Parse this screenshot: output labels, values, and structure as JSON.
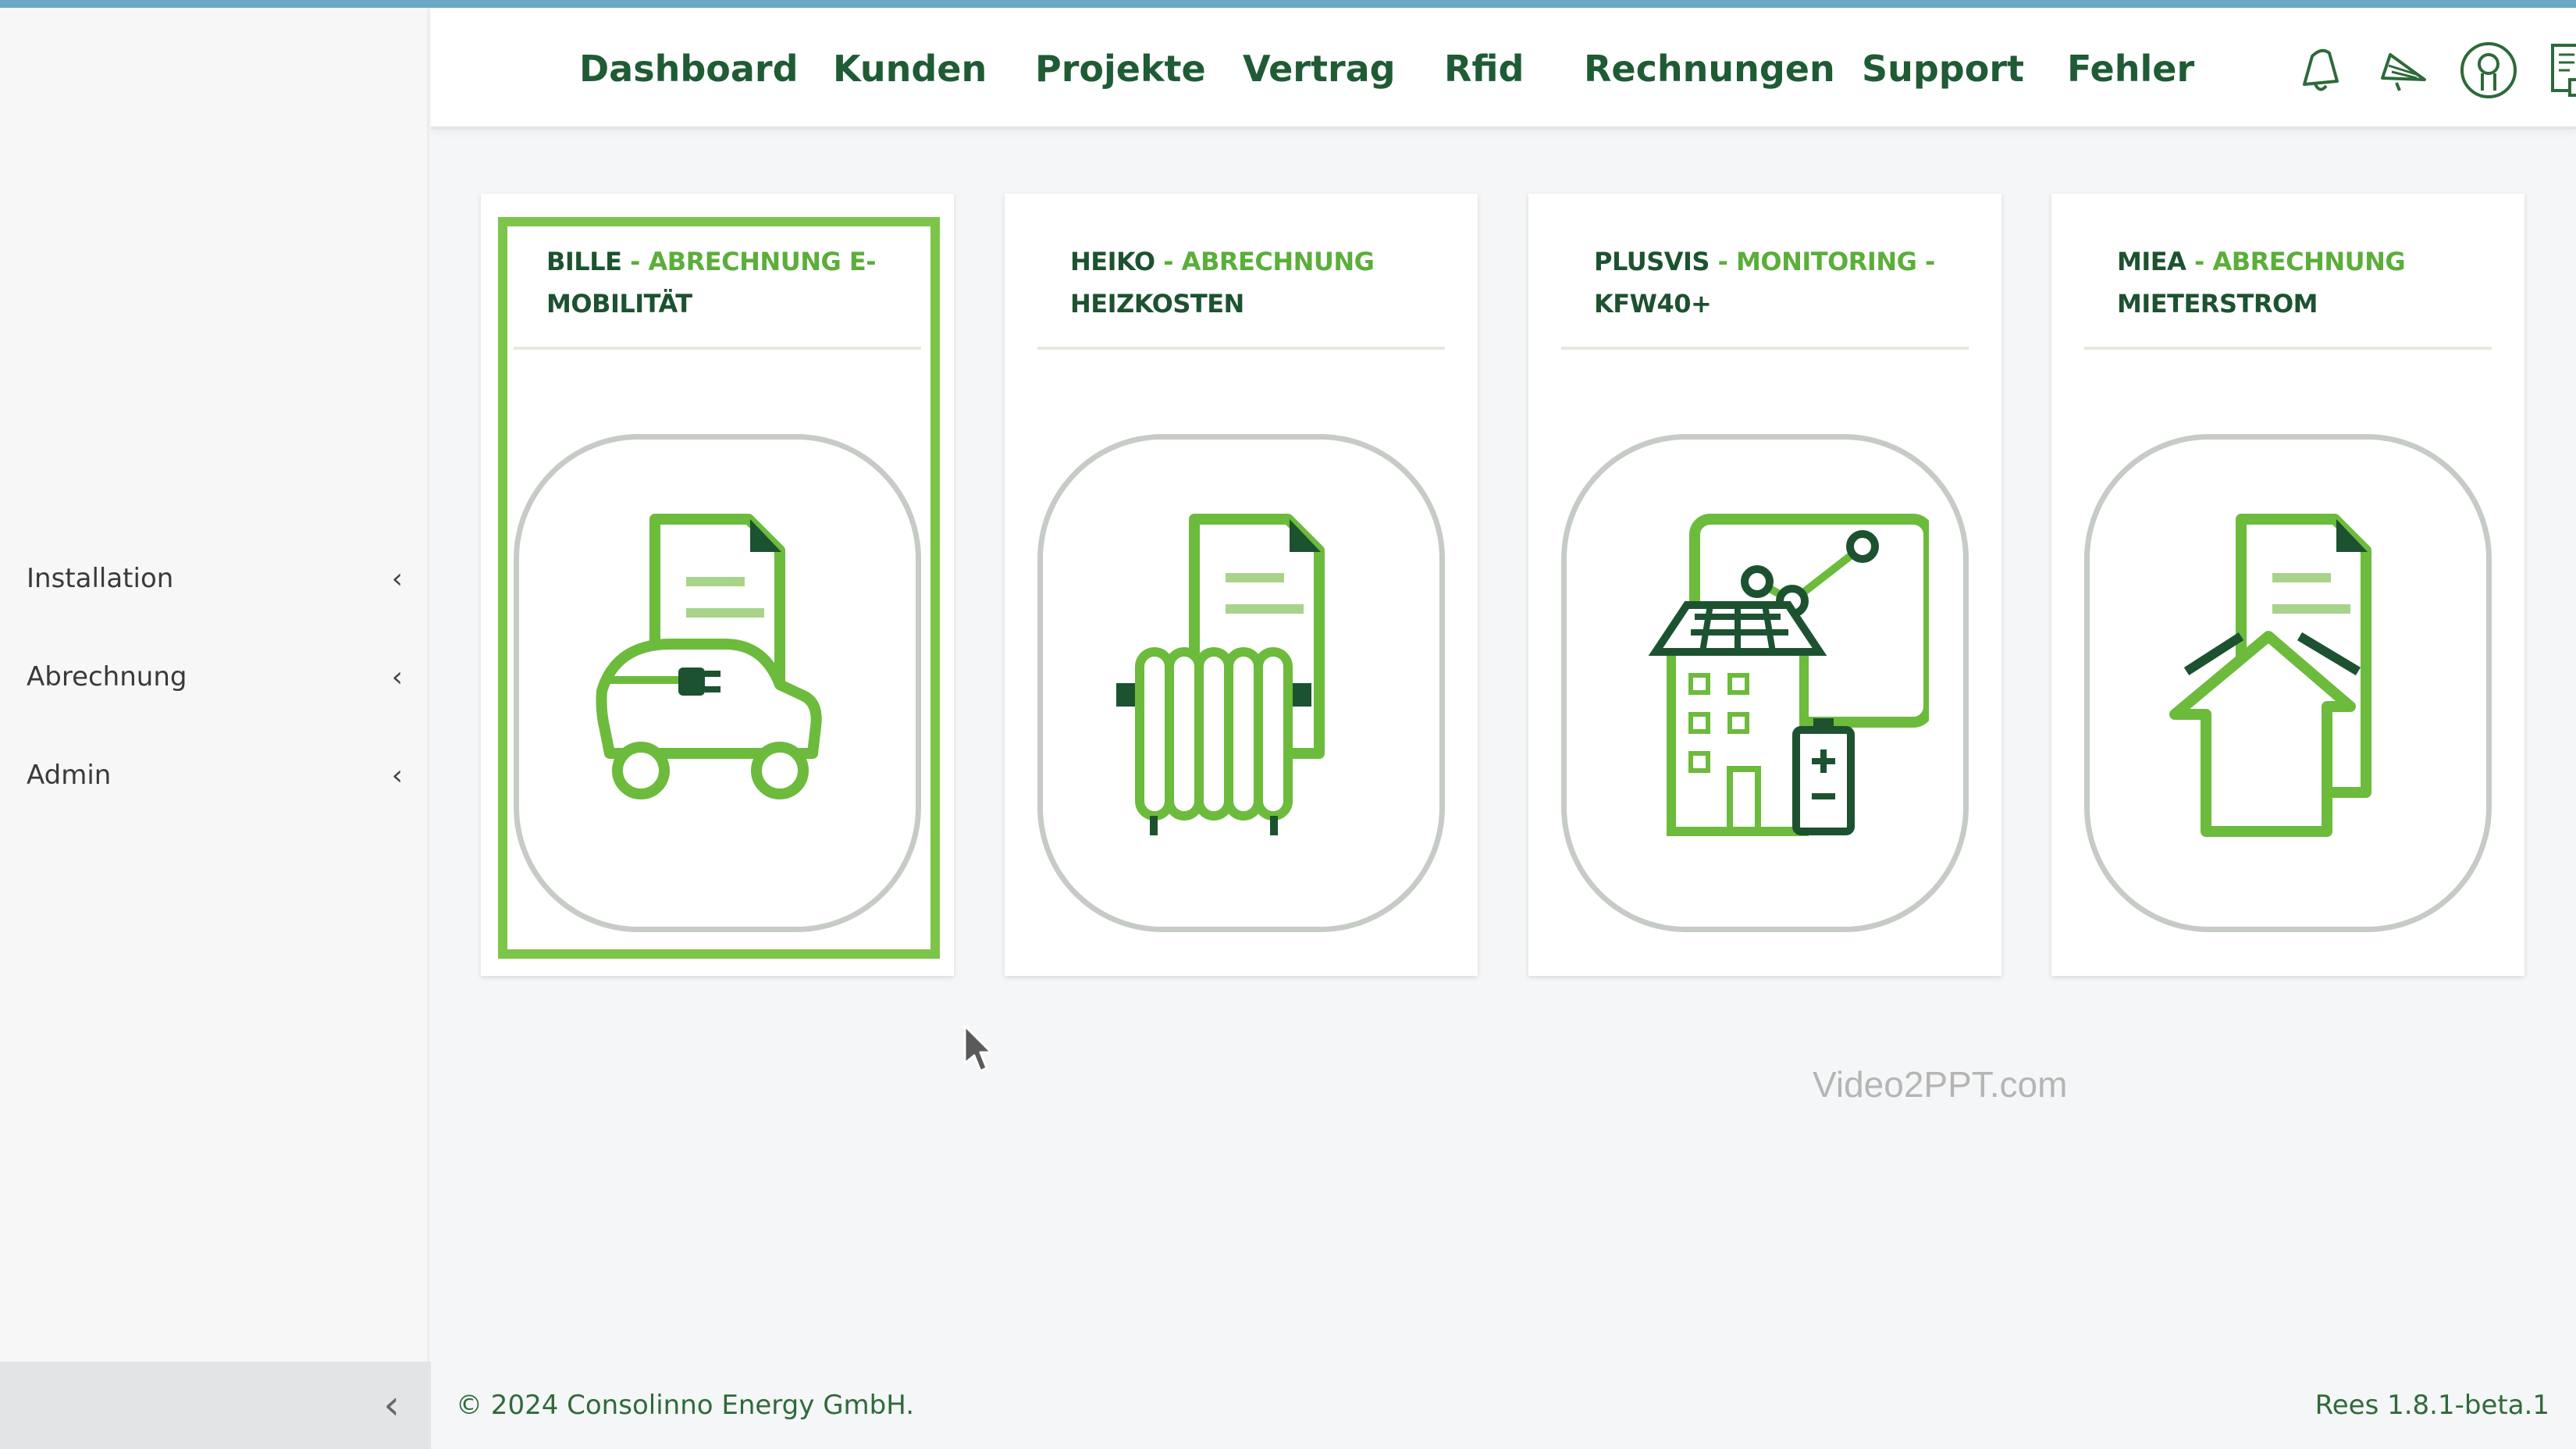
{
  "nav": {
    "items": [
      "Dashboard",
      "Kunden",
      "Projekte",
      "Vertrag",
      "Rfid",
      "Rechnungen",
      "Support",
      "Fehler"
    ],
    "icons": [
      "bell-icon",
      "announcement-icon",
      "user-account-icon",
      "document-icon"
    ]
  },
  "sidebar": {
    "items": [
      {
        "label": "Installation",
        "icon": "chevron-left-icon"
      },
      {
        "label": "Abrechnung",
        "icon": "chevron-left-icon"
      },
      {
        "label": "Admin",
        "icon": "chevron-left-icon"
      }
    ],
    "collapse_icon": "chevron-left-icon"
  },
  "cards": [
    {
      "brand": "BILLE",
      "line1": " - ABRECHNUNG E-",
      "line2": "MOBILITÄT",
      "icon": "ev-charging-invoice-icon",
      "selected": true
    },
    {
      "brand": "HEIKO",
      "line1": " - ABRECHNUNG",
      "line2": "HEIZKOSTEN",
      "icon": "heating-invoice-icon",
      "selected": false
    },
    {
      "brand": "PLUSVIS",
      "line1": " - MONITORING -",
      "line2": "KFW40+",
      "icon": "solar-building-monitoring-icon",
      "selected": false
    },
    {
      "brand": "MIEA",
      "line1": " - ABRECHNUNG",
      "line2": "MIETERSTROM",
      "icon": "tenant-electricity-invoice-icon",
      "selected": false
    }
  ],
  "watermark": "Video2PPT.com",
  "footer": {
    "copyright": "© 2024 Consolinno Energy GmbH.",
    "version": "Rees 1.8.1-beta.1"
  },
  "colors": {
    "brand_dark": "#1d5230",
    "accent_green": "#5bae3a",
    "selection": "#7cc548",
    "topline": "#6aa8c8"
  }
}
